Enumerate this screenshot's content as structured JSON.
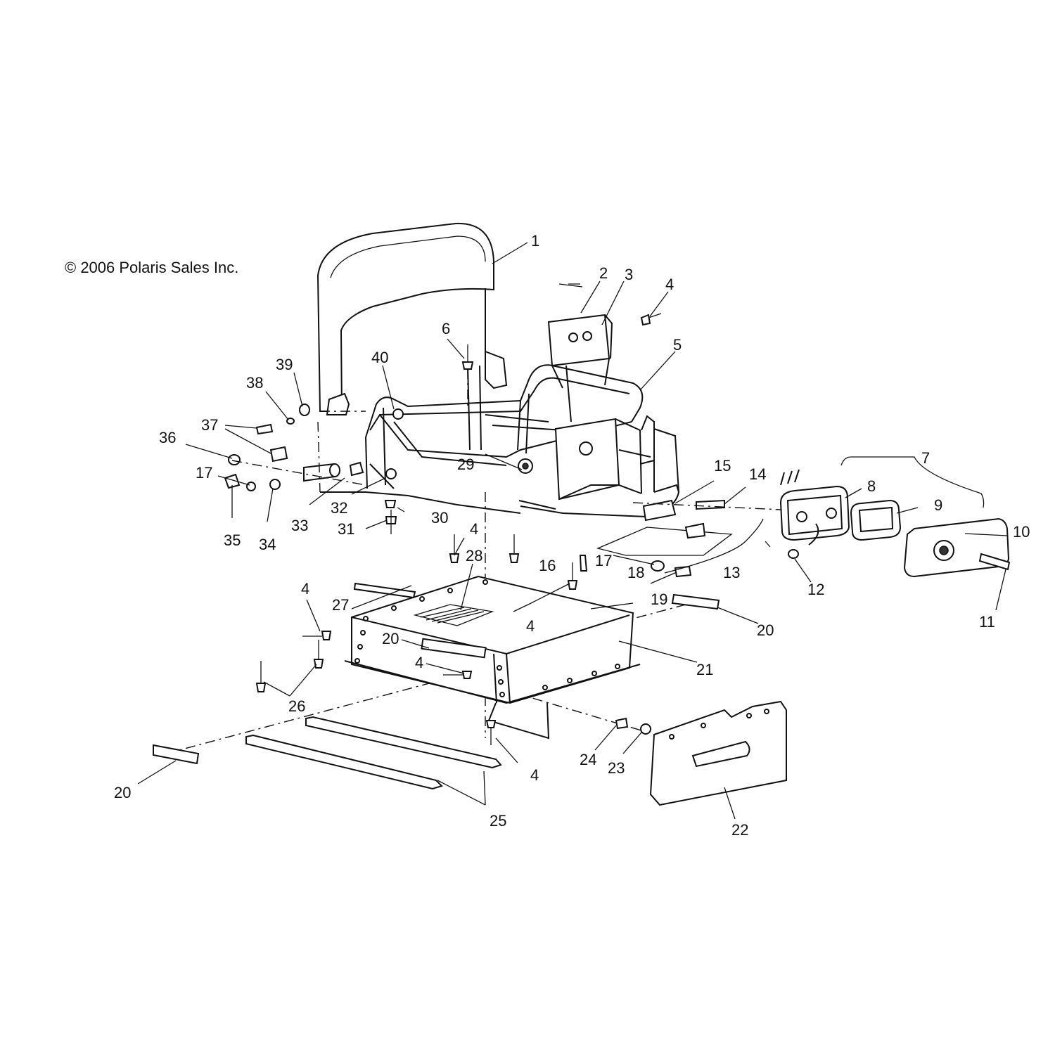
{
  "diagram": {
    "copyright": "© 2006 Polaris Sales Inc.",
    "callouts": {
      "c1": "1",
      "c2": "2",
      "c3": "3",
      "c4a": "4",
      "c5": "5",
      "c6": "6",
      "c7": "7",
      "c8": "8",
      "c9": "9",
      "c10": "10",
      "c11": "11",
      "c12": "12",
      "c13": "13",
      "c14": "14",
      "c15": "15",
      "c16": "16",
      "c17a": "17",
      "c17b": "17",
      "c18": "18",
      "c19": "19",
      "c20a": "20",
      "c20b": "20",
      "c20c": "20",
      "c21": "21",
      "c22": "22",
      "c23": "23",
      "c24": "24",
      "c25": "25",
      "c26": "26",
      "c27": "27",
      "c28": "28",
      "c29": "29",
      "c30": "30",
      "c31": "31",
      "c32": "32",
      "c33": "33",
      "c34": "34",
      "c35": "35",
      "c36": "36",
      "c37": "37",
      "c38": "38",
      "c39": "39",
      "c40": "40",
      "c4b": "4",
      "c4c": "4",
      "c4d": "4",
      "c4e": "4",
      "c4f": "4"
    }
  }
}
